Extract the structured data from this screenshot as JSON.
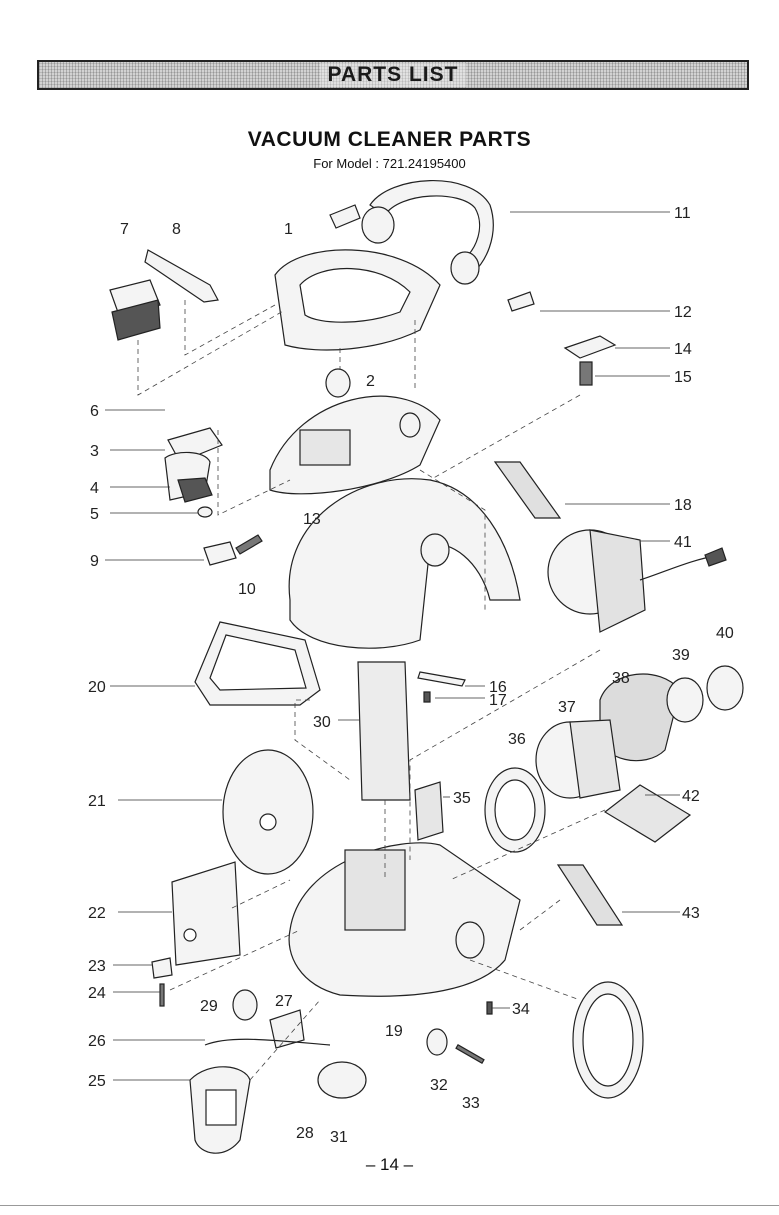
{
  "banner": {
    "text": "PARTS LIST"
  },
  "title": "VACUUM CLEANER PARTS",
  "subtitle": "For Model : 721.24195400",
  "page_number": "– 14 –",
  "callout_numbers": [
    "7",
    "8",
    "1",
    "11",
    "12",
    "14",
    "15",
    "2",
    "6",
    "3",
    "4",
    "5",
    "13",
    "9",
    "10",
    "18",
    "41",
    "40",
    "39",
    "38",
    "20",
    "30",
    "16",
    "17",
    "37",
    "36",
    "21",
    "35",
    "42",
    "22",
    "43",
    "23",
    "24",
    "29",
    "27",
    "34",
    "26",
    "19",
    "25",
    "32",
    "33",
    "28",
    "31"
  ],
  "colors": {
    "line": "#222222",
    "part_fill": "#f4f4f4",
    "banner_bg": "#d2d2d2"
  }
}
